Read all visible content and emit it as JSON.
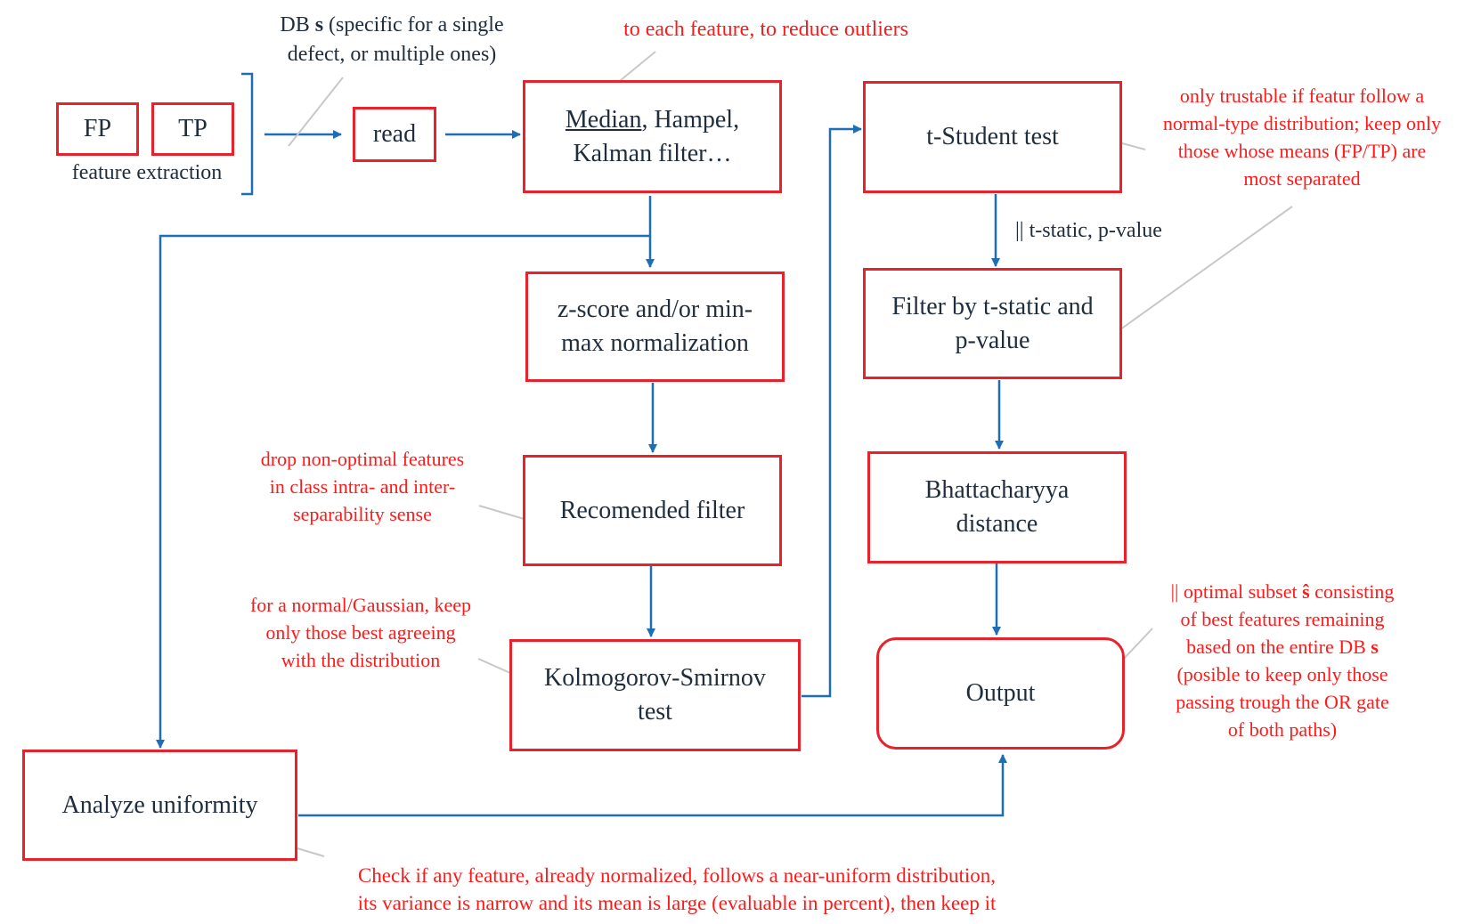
{
  "colors": {
    "box_border": "#e8212b",
    "arrow": "#1e6eb5",
    "annotation": "#ff1a1a",
    "text": "#1f2d3d",
    "leader": "#c8c8c8"
  },
  "boxes": {
    "fp": "FP",
    "tp": "TP",
    "read": "read",
    "filter": {
      "median": "Median",
      "rest_line1": ", Hampel,",
      "line2": "Kalman filter…"
    },
    "normalization": {
      "line1": "z-score and/or min-",
      "line2": "max normalization"
    },
    "recommended": "Recomended filter",
    "ks": {
      "line1": "Kolmogorov-Smirnov",
      "line2": "test"
    },
    "uniformity": "Analyze uniformity",
    "tstudent": "t-Student test",
    "filter_t": {
      "line1": "Filter by t-static and",
      "line2": "p-value"
    },
    "bhattacharyya": {
      "line1": "Bhattacharyya",
      "line2": "distance"
    },
    "output": "Output"
  },
  "labels": {
    "feature_extraction": "feature extraction",
    "db": {
      "prefix": "DB ",
      "symbol": "s",
      "rest": " (specific for a single",
      "line2": "defect, or multiple ones)"
    },
    "t_static": "|| t-static, p-value"
  },
  "annotations": {
    "filter_note": "to each feature, to reduce outliers",
    "recommended_note": [
      "drop non-optimal features",
      "in class intra- and inter-",
      "separability sense"
    ],
    "ks_note": [
      "for a normal/Gaussian, keep",
      "only those best agreeing",
      "with the distribution"
    ],
    "tstudent_note": [
      "only trustable if featur follow a",
      "normal-type distribution; keep only",
      "those whose means (FP/TP) are",
      "most separated"
    ],
    "output_note": {
      "line1_prefix": "|| optimal subset ",
      "line1_symbol": "ŝ",
      "line1_suffix": " consisting",
      "line2": "of best features remaining",
      "line3_prefix": "based on the entire DB ",
      "line3_symbol": "s",
      "line4": "(posible to keep only those",
      "line5": "passing trough the OR gate",
      "line6": "of both paths)"
    },
    "uniformity_note": [
      "Check if any feature, already normalized, follows a near-uniform distribution,",
      "its variance is narrow and its mean is large (evaluable in percent), then keep it"
    ]
  }
}
